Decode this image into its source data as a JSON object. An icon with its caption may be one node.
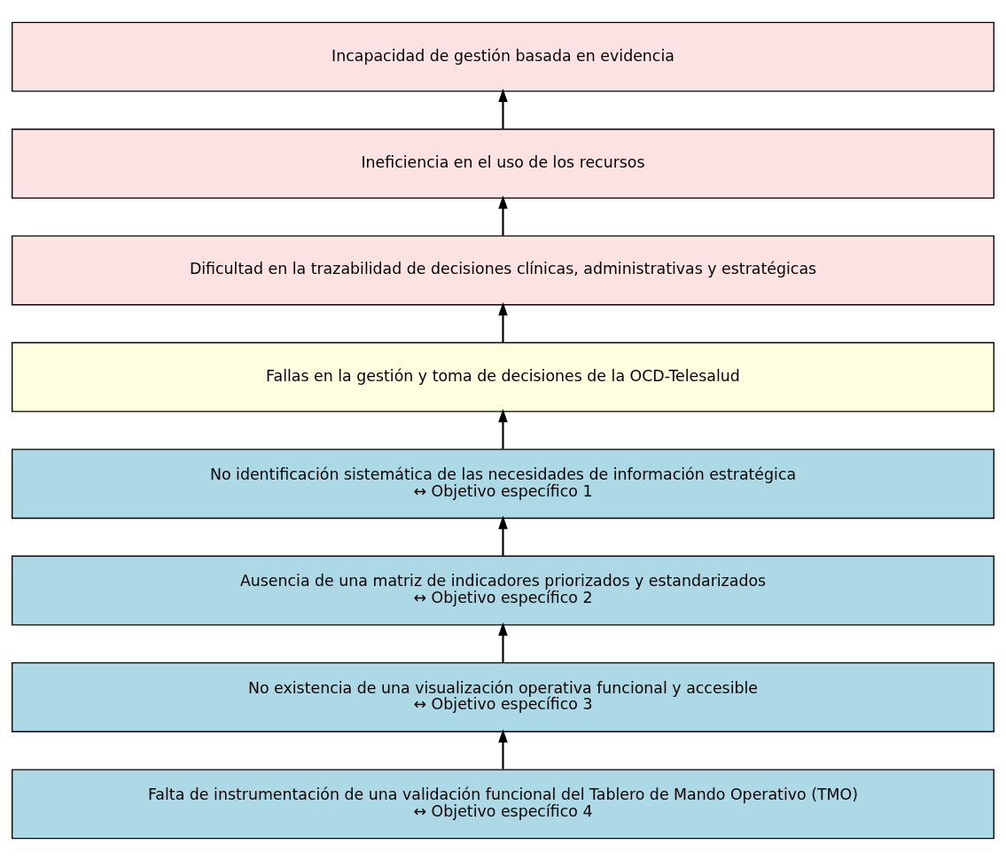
{
  "diagram": {
    "nodes": [
      {
        "text": [
          "Incapacidad de gestión basada en evidencia"
        ]
      },
      {
        "text": [
          "Ineficiencia en el uso de los recursos"
        ]
      },
      {
        "text": [
          "Dificultad en la trazabilidad de decisiones clínicas, administrativas y estratégicas"
        ]
      },
      {
        "text": [
          "Fallas en la gestión y toma de decisiones de la OCD-Telesalud"
        ]
      },
      {
        "text": [
          "No identificación sistemática de las necesidades de información estratégica",
          "↔ Objetivo específico 1"
        ]
      },
      {
        "text": [
          "Ausencia de una matriz de indicadores priorizados y estandarizados",
          "↔ Objetivo específico 2"
        ]
      },
      {
        "text": [
          "No existencia de una visualización operativa funcional y accesible",
          "↔ Objetivo específico 3"
        ]
      },
      {
        "text": [
          "Falta de instrumentación de una validación funcional del Tablero de Mando Operativo (TMO)",
          "↔ Objetivo específico 4"
        ]
      }
    ],
    "edges": [
      {
        "from": 7,
        "to": 6,
        "arrow": "to"
      },
      {
        "from": 6,
        "to": 5,
        "arrow": "to"
      },
      {
        "from": 5,
        "to": 4,
        "arrow": "to"
      },
      {
        "from": 4,
        "to": 3,
        "arrow": "to"
      },
      {
        "from": 3,
        "to": 2,
        "arrow": "to"
      },
      {
        "from": 2,
        "to": 1,
        "arrow": "to"
      },
      {
        "from": 1,
        "to": 0,
        "arrow": "to"
      }
    ]
  }
}
